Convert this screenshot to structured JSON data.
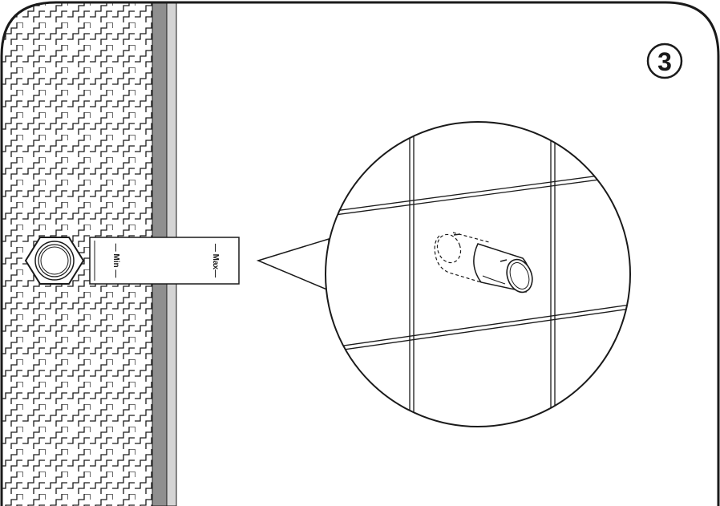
{
  "step_badge": {
    "number": "3"
  },
  "gauge": {
    "min_label": "— Min —",
    "max_label": "— Max—"
  },
  "colors": {
    "line": "#1a1a1a",
    "wall_band_dark": "#8f8f8f",
    "wall_band_light": "#d4d4d4",
    "tile_grout": "#1a1a1a",
    "background": "#ffffff"
  },
  "icons": {
    "step_badge": "circled-number",
    "nut": "hex-nut-icon",
    "pin": "cylinder-pin-icon"
  }
}
